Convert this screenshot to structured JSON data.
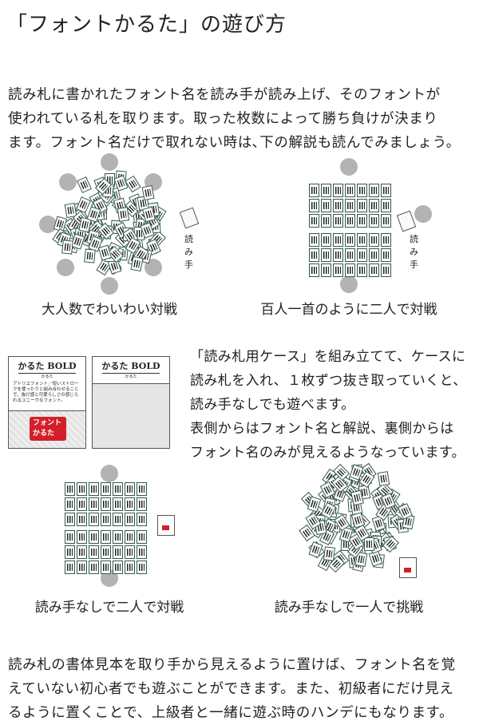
{
  "title": "「フォントかるた」の遊び方",
  "intro": [
    "読み札に書かれたフォント名を読み手が読み上げ、そのフォントが",
    "使われている札を取ります。取った枚数によって勝ち負けが決まり",
    "ます。フォント名だけで取れない時は､下の解説も読んでみましょう。"
  ],
  "diagrams": {
    "group": {
      "caption": "大人数でわいわい対戦",
      "reader_label": "読み手"
    },
    "pair": {
      "caption": "百人一首のように二人で対戦",
      "reader_label": "読み手"
    },
    "pair_no_reader": {
      "caption": "読み手なしで二人で対戦"
    },
    "solo": {
      "caption": "読み手なしで一人で挑戦"
    }
  },
  "case": {
    "front": {
      "title": "かるた BOLD",
      "subtitle": "かるた",
      "description": "アトリエフォント／短いストロークを使ったりと組み合わせることで、抜け感と可愛らしさの感じられるユニークなフォント。",
      "logo": "フォントかるた"
    },
    "back": {
      "title": "かるた BOLD",
      "subtitle": "かるた"
    }
  },
  "case_text": [
    "「読み札用ケース」を組み立てて、ケースに",
    "読み札を入れ、１枚ずつ抜き取っていくと、",
    "読み手なしでも遊べます。",
    "表側からはフォント名と解説、裏側からは",
    "フォント名のみが見えるようなっています。"
  ],
  "outro": [
    "読み札の書体見本を取り手から見えるように置けば、フォント名を覚",
    "えていない初心者でも遊ぶことができます。また、初級者にだけ見え",
    "るように置くことで、上級者と一緒に遊ぶ時のハンデにもなります。"
  ],
  "colors": {
    "card_border": "#2f5a46",
    "player": "#b3b3b3",
    "logo": "#d2202a"
  }
}
